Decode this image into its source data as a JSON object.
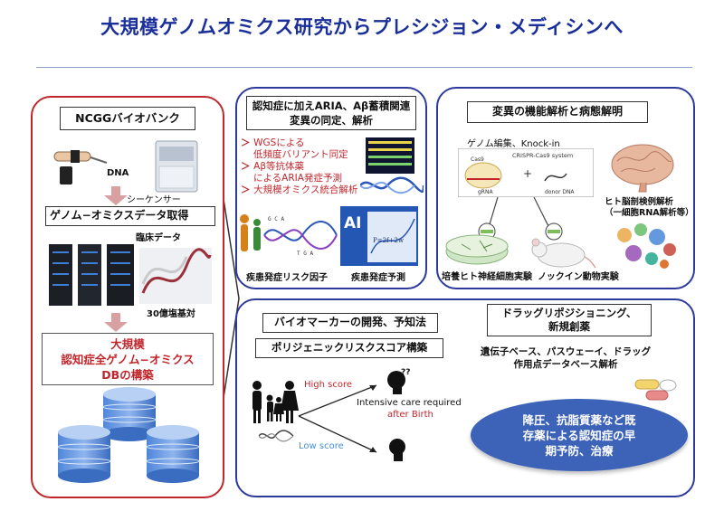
{
  "title": "大規模ゲノムオミクス研究からプレシジョン・メディシンへ",
  "left": {
    "biobank": "NCGGバイオバンク",
    "dna": "DNA",
    "sequencer": "シーケンサー",
    "acquire": "ゲノム−オミクスデータ取得",
    "clinical": "臨床データ",
    "basepairs": "30億塩基対",
    "db_line1": "大規模",
    "db_line2": "認知症全ゲノム−オミクス",
    "db_line3": "DBの構築"
  },
  "top_left": {
    "heading": "認知症に加えARIA、Aβ蓄積関連変異の同定、解析",
    "items": [
      "WGSによる",
      "低頻度バリアント同定",
      "Aβ等抗体薬",
      "によるARIA発症予測",
      "大規模オミクス統合解析"
    ],
    "risk": "疾患発症リスク因子",
    "predict": "疾患発症予測",
    "ai": "AI",
    "formula": "P=2f+2w"
  },
  "top_right": {
    "heading": "変異の機能解析と病態解明",
    "editing": "ゲノム編集、Knock-in",
    "crispr": "CRISPR-Cas9 system",
    "cas9": "Cas9",
    "grna": "gRNA",
    "donor": "donor DNA",
    "brain_line1": "ヒト脳剖検例解析",
    "brain_line2": "（一細胞RNA解析等）",
    "cells": "培養ヒト神経細胞実験",
    "mouse": "ノックイン動物実験"
  },
  "bottom": {
    "biomarker": "バイオマーカーの開発、予知法",
    "prs": "ポリジェニックリスクスコア構築",
    "high": "High score",
    "low": "Low score",
    "care": "Intensive care required",
    "after": "after Birth",
    "drug_line1": "ドラッグリポジショニング、",
    "drug_line2": "新規創薬",
    "db_line1": "遺伝子ベース、パスウェーイ、ドラッグ",
    "db_line2": "作用点データベース解析",
    "oval_line1": "降圧、抗脂質薬など既",
    "oval_line2": "存薬による認知症の早",
    "oval_line3": "期予防、治療"
  }
}
